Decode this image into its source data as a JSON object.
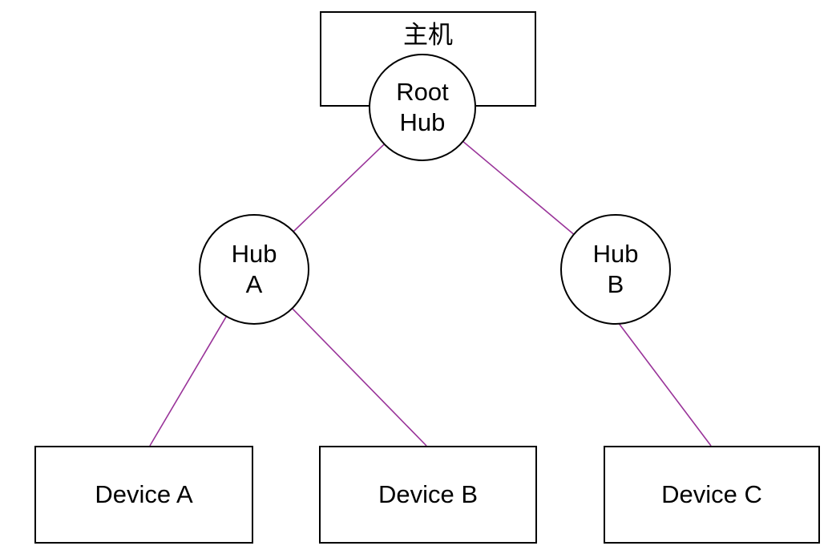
{
  "diagram": {
    "type": "tree-topology",
    "nodes": {
      "host": {
        "label": "主机",
        "shape": "rectangle"
      },
      "root_hub": {
        "label": "Root\nHub",
        "shape": "circle"
      },
      "hub_a": {
        "label": "Hub\nA",
        "shape": "circle"
      },
      "hub_b": {
        "label": "Hub\nB",
        "shape": "circle"
      },
      "device_a": {
        "label": "Device A",
        "shape": "rectangle"
      },
      "device_b": {
        "label": "Device B",
        "shape": "rectangle"
      },
      "device_c": {
        "label": "Device C",
        "shape": "rectangle"
      }
    },
    "edges": [
      {
        "from": "root_hub",
        "to": "hub_a"
      },
      {
        "from": "root_hub",
        "to": "hub_b"
      },
      {
        "from": "hub_a",
        "to": "device_a"
      },
      {
        "from": "hub_a",
        "to": "device_b"
      },
      {
        "from": "hub_b",
        "to": "device_c"
      }
    ],
    "colors": {
      "edge": "#993399",
      "border": "#000000",
      "fill": "#ffffff",
      "text": "#000000"
    }
  }
}
